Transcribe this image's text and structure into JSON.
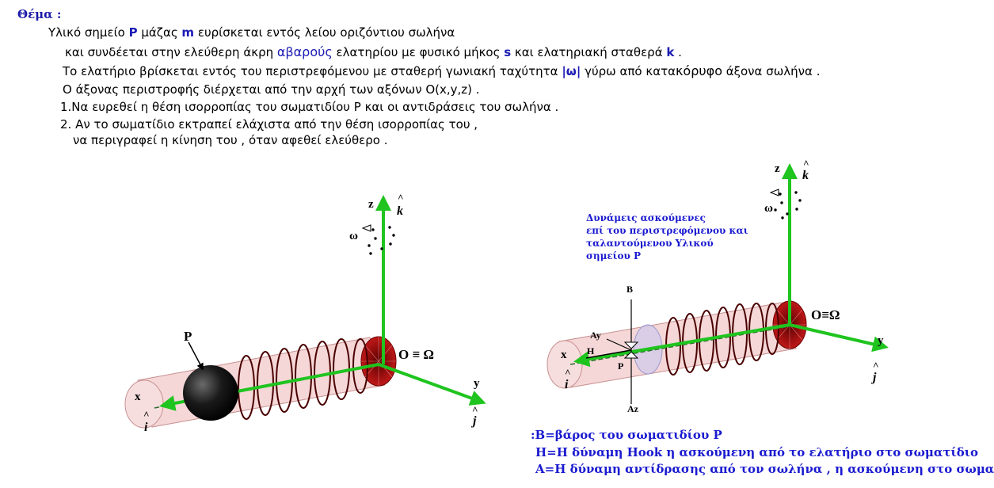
{
  "header": {
    "title": "Θέμα :"
  },
  "problem": {
    "l1": {
      "a": "Υλικό σημείο ",
      "b": "P",
      "c": " μάζας ",
      "d": "m",
      "e": " ευρίσκεται εντός λείου οριζόντιου σωλήνα"
    },
    "l2": {
      "a": "και συνδέεται στην ελεύθερη άκρη ",
      "b": "αβαρούς",
      "c": " ελατηρίου με φυσικό μήκος ",
      "d": "s",
      "e": " και ελατηριακή σταθερά ",
      "f": "k",
      "g": " ."
    },
    "l3": {
      "a": "Το ελατήριο βρίσκεται εντός του περιστρεφόμενου με σταθερή γωνιακή ταχύτητα ",
      "b": "|ω|",
      "c": " γύρω από κατα",
      "d": "κόρυφο",
      "e": " άξονα σωλήνα ."
    },
    "l4": "Ο άξονας περιστροφής διέρχεται από την αρχή των αξόνων O(x,y,z) .",
    "l5": "1.Να ευρεθεί η θέση ισορροπίας του σωματιδίου P και οι αντιδράσεις του σωλήνα .",
    "l6": "2. Αν το σωματίδιο εκτραπεί ελάχιστα από την θέση ισορροπίας του ,",
    "l7": "να περιγραφεί η κίνηση του , όταν αφεθεί ελεύθερο ."
  },
  "left_figure": {
    "z": "z",
    "k": "k",
    "hat": "^",
    "omega": "ω",
    "x": "x",
    "i": "i",
    "y": "y",
    "j": "j",
    "P": "P",
    "origin": "O ≡ Ω"
  },
  "right_figure": {
    "z": "z",
    "k": "k",
    "hat": "^",
    "omega": "ω",
    "x": "x",
    "i": "i",
    "y": "y",
    "j": "j",
    "origin": "O≡Ω",
    "B": "B",
    "Ay": "Ay",
    "H": "H",
    "P": "P",
    "Az": "Az",
    "note": [
      "Δυνάμεις ασκούμενες",
      "επί του περιστρεφόμενου και",
      "ταλαντούμενου Υλικού",
      "σημείου P"
    ]
  },
  "legend": {
    "l1": ":B=βάρος του σωματιδίου P",
    "l2": "H=Η δύναμη Hook η ασκούμενη από το ελατήριο στο σωματίδιο",
    "l3": "A=Η δύναμη αντίδρασης από τον σωλήνα , η ασκούμενη στο σωματίδιο ."
  },
  "colors": {
    "axis": "#1fc41f",
    "tube": "#f2c8c8",
    "spring": "#4a0000",
    "text_blue": "#1a1ad0",
    "disk": "#a01010"
  }
}
